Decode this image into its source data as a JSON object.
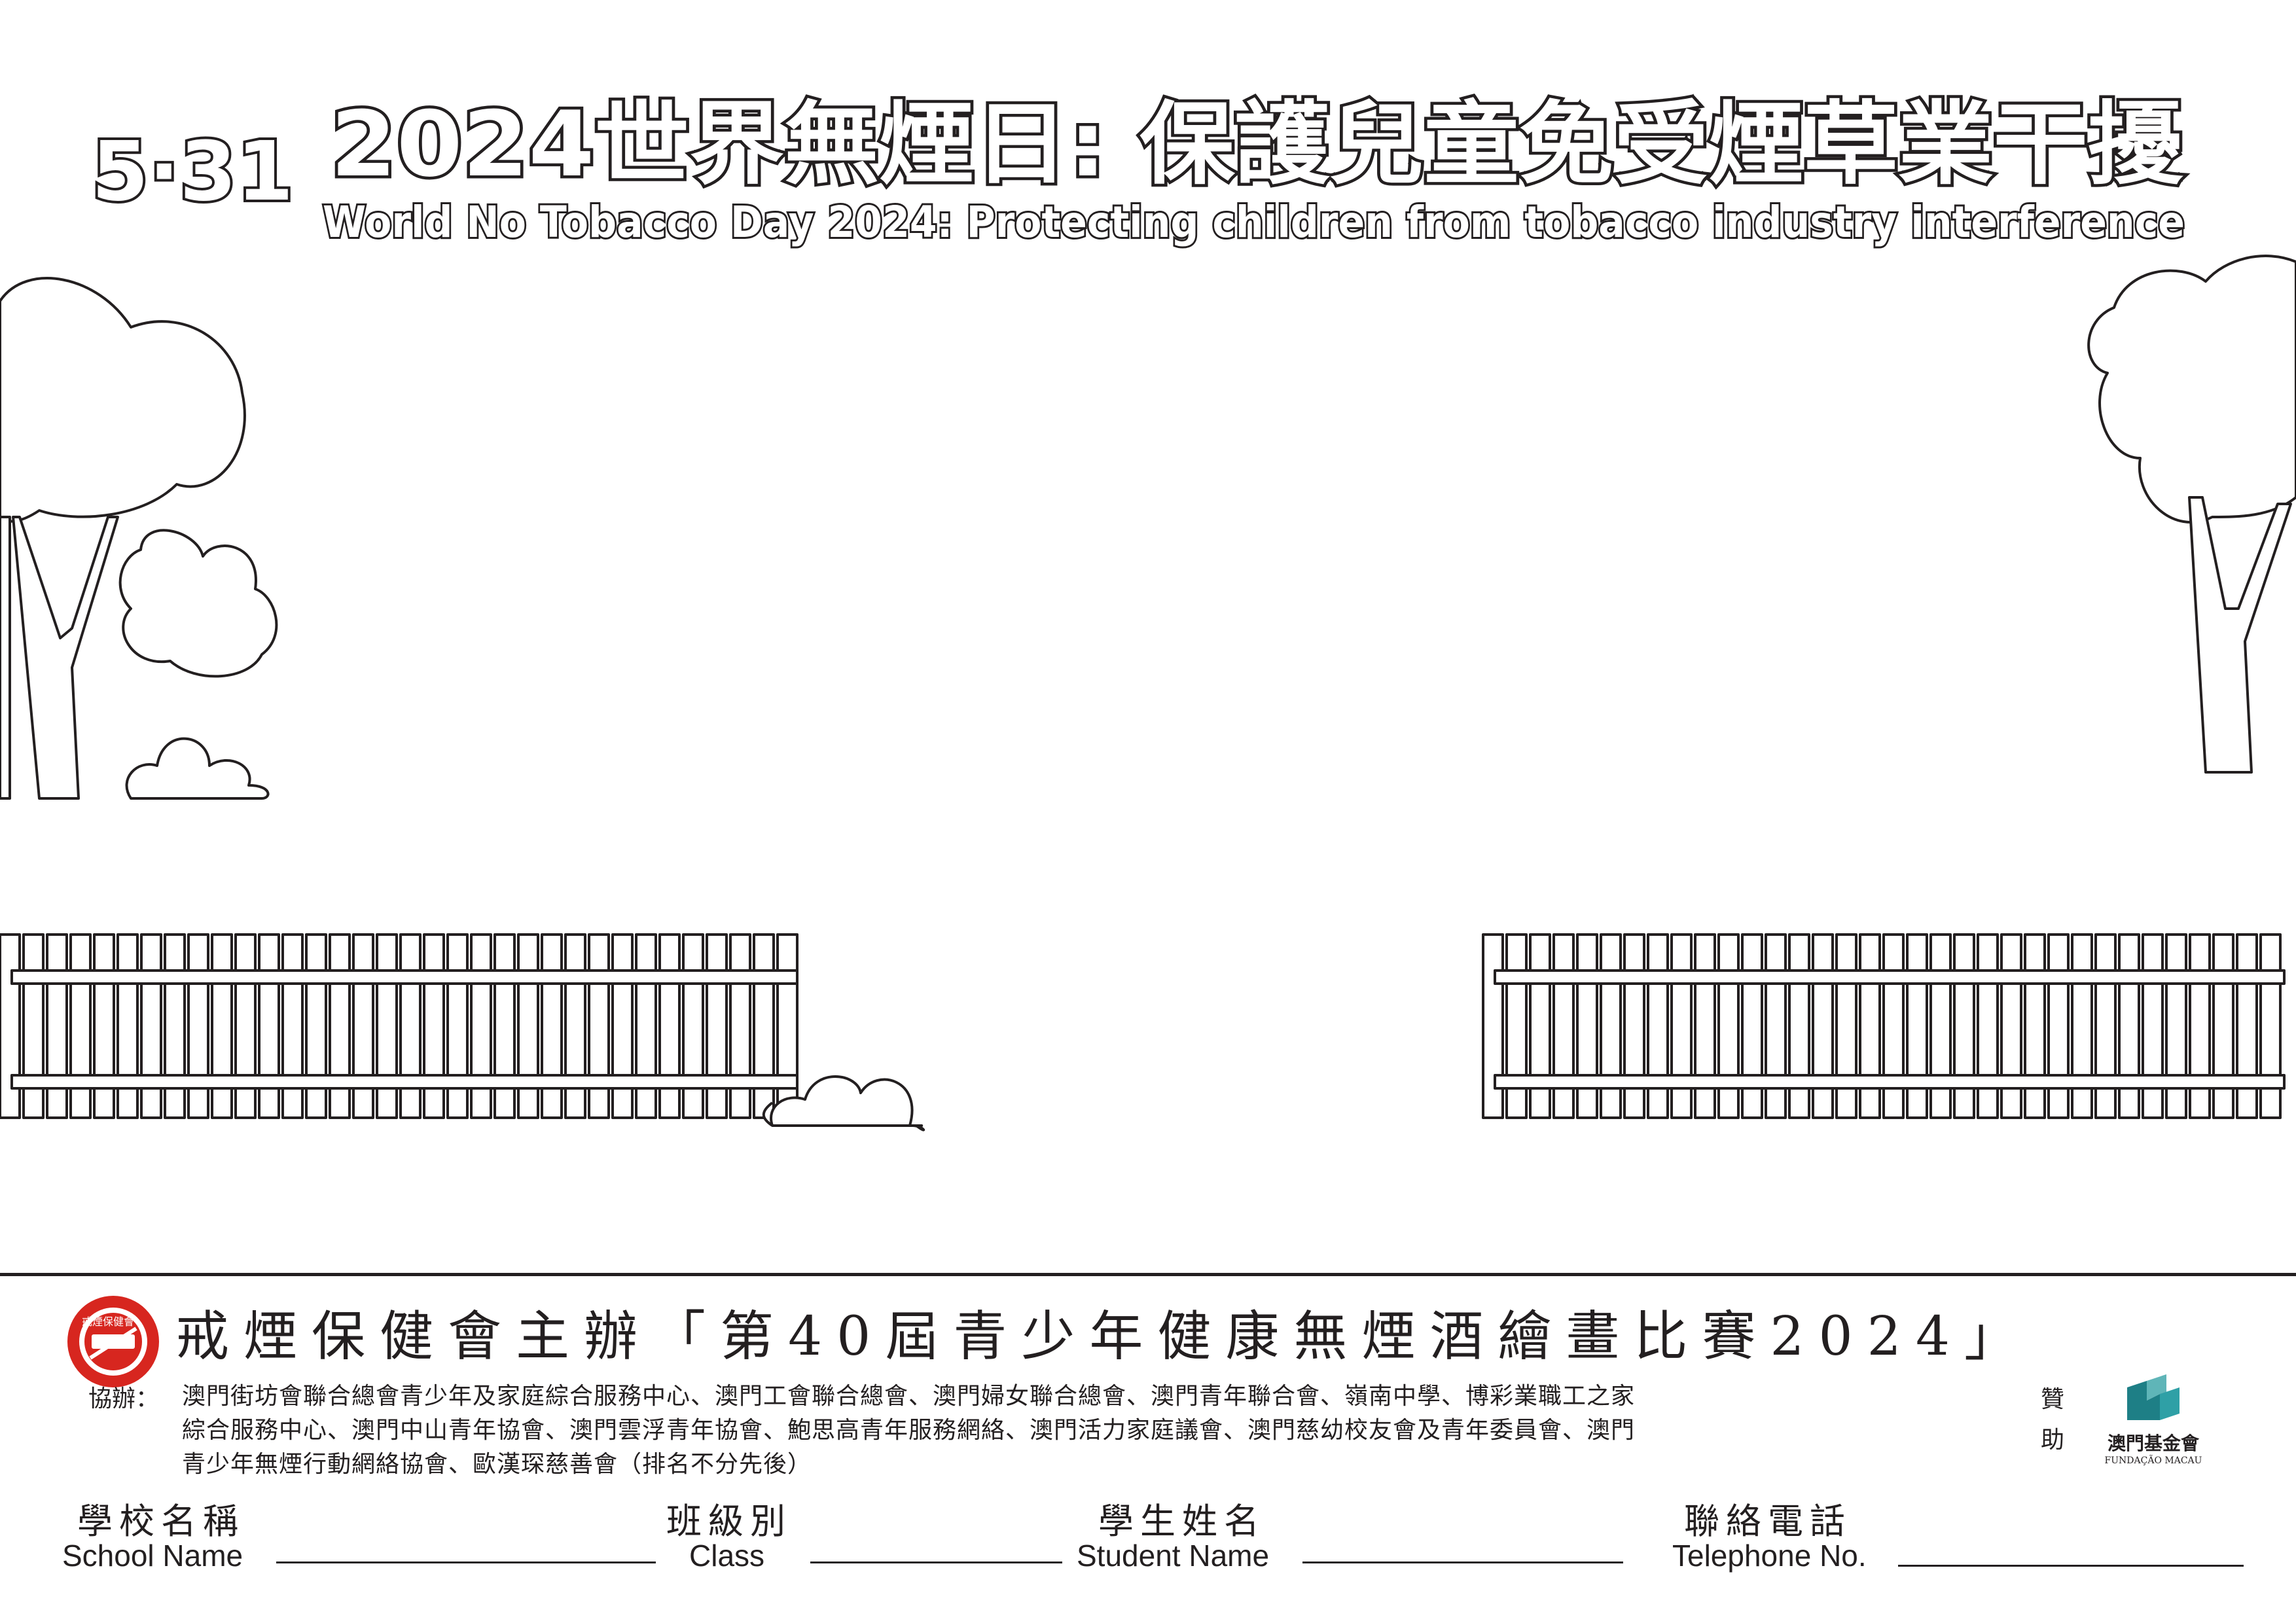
{
  "header": {
    "date": "5·31",
    "title_zh": "2024世界無煙日: 保護兒童免受煙草業干擾",
    "title_en": "World No Tobacco Day 2024: Protecting children from tobacco industry interference"
  },
  "footer": {
    "badge_text": "戒煙保健會",
    "main_title": "戒煙保健會主辦「第40屆青少年健康無煙酒繪畫比賽2024」",
    "co_organizer_label": "協辦：",
    "co_organizer_lines": [
      "澳門街坊會聯合總會青少年及家庭綜合服務中心、澳門工會聯合總會、澳門婦女聯合總會、澳門青年聯合會、嶺南中學、博彩業職工之家",
      "綜合服務中心、澳門中山青年協會、澳門雲浮青年協會、鮑思高青年服務網絡、澳門活力家庭議會、澳門慈幼校友會及青年委員會、澳門",
      "青少年無煙行動網絡協會、歐漢琛慈善會（排名不分先後）"
    ],
    "sponsor_label": "贊助",
    "sponsor_name_zh": "澳門基金會",
    "sponsor_name_pt": "FUNDAÇÃO MACAU",
    "fields": {
      "school_zh": "學校名稱",
      "school_en": "School Name",
      "class_zh": "班級別",
      "class_en": "Class",
      "student_zh": "學生姓名",
      "student_en": "Student Name",
      "phone_zh": "聯絡電話",
      "phone_en": "Telephone No."
    }
  },
  "colors": {
    "ink": "#231f20",
    "badge_red": "#d7261f",
    "sponsor_teal": "#1e7f86"
  }
}
